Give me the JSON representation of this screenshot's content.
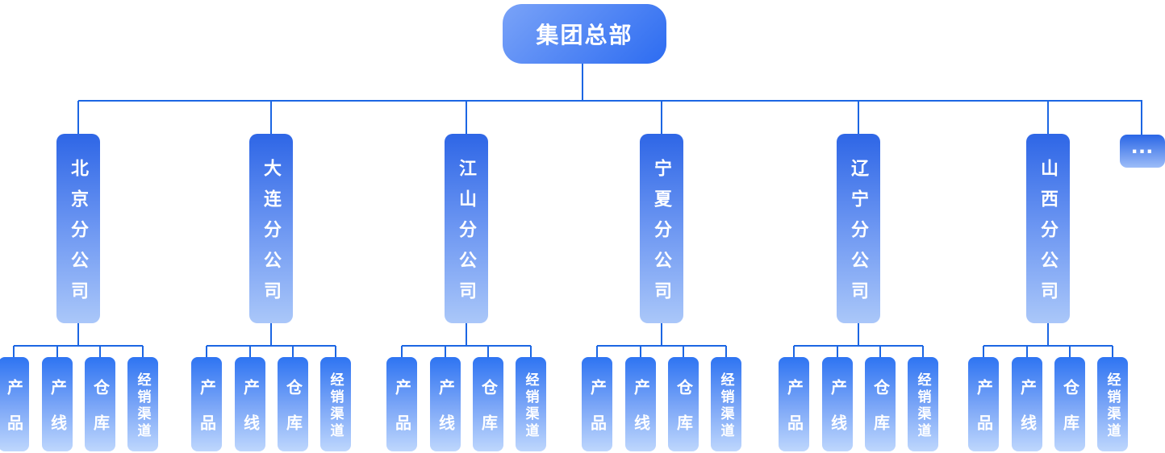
{
  "root": {
    "label": "集团总部"
  },
  "branches": [
    {
      "label": "北京分公司",
      "children": [
        "产品",
        "产线",
        "仓库",
        "经销渠道"
      ]
    },
    {
      "label": "大连分公司",
      "children": [
        "产品",
        "产线",
        "仓库",
        "经销渠道"
      ]
    },
    {
      "label": "江山分公司",
      "children": [
        "产品",
        "产线",
        "仓库",
        "经销渠道"
      ]
    },
    {
      "label": "宁夏分公司",
      "children": [
        "产品",
        "产线",
        "仓库",
        "经销渠道"
      ]
    },
    {
      "label": "辽宁分公司",
      "children": [
        "产品",
        "产线",
        "仓库",
        "经销渠道"
      ]
    },
    {
      "label": "山西分公司",
      "children": [
        "产品",
        "产线",
        "仓库",
        "经销渠道"
      ]
    }
  ],
  "more_node": {
    "label": "..."
  },
  "colors": {
    "connector": "#1c66e3",
    "root_gradient_start": "#7aa3f8",
    "root_gradient_end": "#2d6cf1",
    "branch_gradient_start": "#2e66e6",
    "branch_gradient_mid": "#6d97f2",
    "branch_gradient_end": "#aac7f9",
    "child_gradient_start": "#2e74f2",
    "child_gradient_mid": "#7ba6f7",
    "child_gradient_end": "#bed7fd",
    "more_gradient_start": "#2a66e6",
    "more_gradient_end": "#9dbdf8",
    "node_text": "#ffffff"
  }
}
